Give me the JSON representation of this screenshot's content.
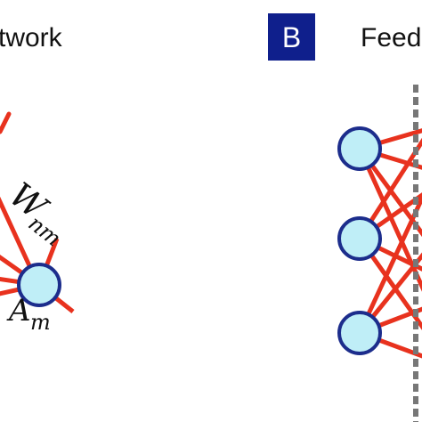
{
  "panel_a": {
    "title_fragment": "twork",
    "weight_label": {
      "main": "W",
      "sub": "nm"
    },
    "node_label": {
      "main": "A",
      "sub": "m"
    }
  },
  "panel_b": {
    "badge": "B",
    "title_fragment": "Feed"
  },
  "colors": {
    "edge": "#e8321e",
    "node_fill": "#bfeef7",
    "node_stroke": "#1c2d8c",
    "badge_bg": "#0f1f8c",
    "dashed_line": "#777777"
  }
}
